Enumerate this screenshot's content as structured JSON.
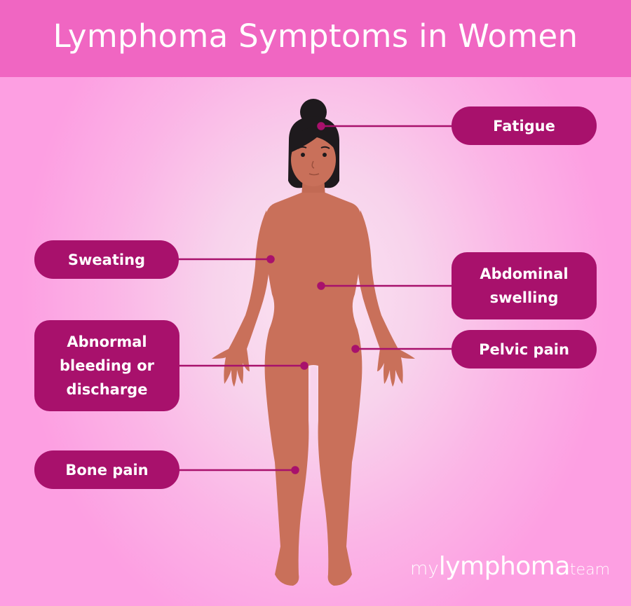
{
  "title": "Lymphoma Symptoms in Women",
  "colors": {
    "header_bg": "#f066c2",
    "pill_bg": "#a8116c",
    "line": "#a8116c",
    "skin": "#c9705a",
    "hair": "#1e1a1d",
    "background_center": "#fbe4f2",
    "background_edge": "#fd9fe2"
  },
  "symptoms": [
    {
      "id": "fatigue",
      "label": "Fatigue",
      "side": "right",
      "target": "head"
    },
    {
      "id": "sweating",
      "label": "Sweating",
      "side": "left",
      "target": "armpit"
    },
    {
      "id": "abdominal-swelling",
      "label": "Abdominal swelling",
      "lines": [
        "Abdominal",
        "swelling"
      ],
      "side": "right",
      "target": "abdomen"
    },
    {
      "id": "pelvic-pain",
      "label": "Pelvic pain",
      "side": "right",
      "target": "hip"
    },
    {
      "id": "abnormal-bleeding",
      "label": "Abnormal bleeding or discharge",
      "lines": [
        "Abnormal",
        "bleeding or",
        "discharge"
      ],
      "side": "left",
      "target": "groin"
    },
    {
      "id": "bone-pain",
      "label": "Bone pain",
      "side": "left",
      "target": "knee"
    }
  ],
  "logo": {
    "my": "my",
    "brand": "lymphoma",
    "team": "team"
  }
}
